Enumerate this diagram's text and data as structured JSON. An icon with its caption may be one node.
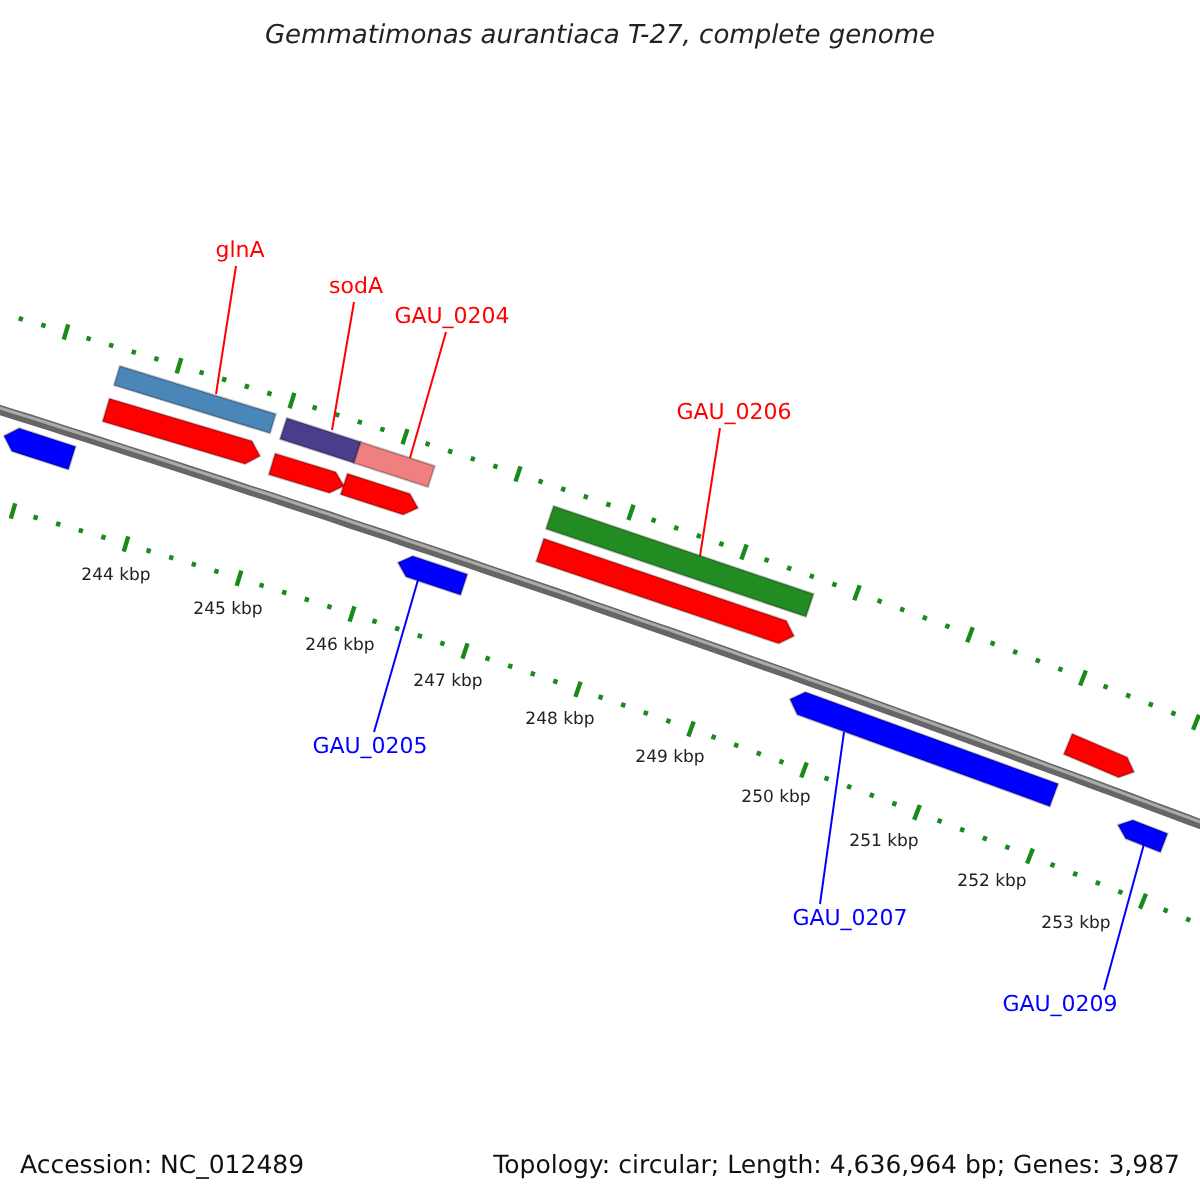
{
  "diagram": {
    "title": "Gemmatimonas aurantiaca T-27, complete genome",
    "nodes": [
      {
        "text": [
          "glnA"
        ]
      },
      {
        "text": [
          "sodA"
        ]
      },
      {
        "text": [
          "GAU_0204"
        ]
      },
      {
        "text": [
          "GAU_0206"
        ]
      },
      {
        "text": [
          "GAU_0205"
        ]
      },
      {
        "text": [
          "GAU_0207"
        ]
      },
      {
        "text": [
          "GAU_0209"
        ]
      },
      {
        "text": [],
        "shape": "bar"
      },
      {
        "text": [],
        "shape": "bar"
      },
      {
        "text": [],
        "shape": "bar"
      },
      {
        "text": [],
        "shape": "bar"
      },
      {
        "text": [],
        "shape": "bar"
      },
      {
        "text": [],
        "shape": "bar"
      },
      {
        "text": [],
        "shape": "bar"
      }
    ],
    "edges": [
      {
        "from": 0,
        "to": 7,
        "arrow": "none"
      },
      {
        "from": 1,
        "to": 8,
        "arrow": "none"
      },
      {
        "from": 2,
        "to": 9,
        "arrow": "none"
      },
      {
        "from": 3,
        "to": 10,
        "arrow": "none"
      },
      {
        "from": 4,
        "to": 11,
        "arrow": "none",
        "color": "#0000ff"
      },
      {
        "from": 5,
        "to": 12,
        "arrow": "none",
        "color": "#0000ff"
      },
      {
        "from": 6,
        "to": 13,
        "arrow": "none",
        "color": "#0000ff"
      }
    ],
    "labels": [
      "244 kbp",
      "245 kbp",
      "246 kbp",
      "247 kbp",
      "248 kbp",
      "249 kbp",
      "250 kbp",
      "251 kbp",
      "252 kbp",
      "253 kbp",
      "Accession: NC_012489",
      "Topology: circular; Length: 4,636,964 bp; Genes: 3,987"
    ]
  }
}
